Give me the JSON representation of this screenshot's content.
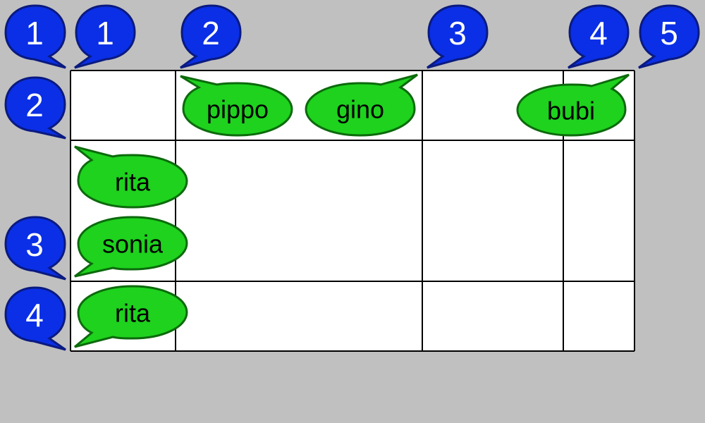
{
  "colors": {
    "background": "#c0c0c0",
    "cell_fill": "#ffffff",
    "grid_line": "#000000",
    "index_bubble_fill": "#0a2fe6",
    "index_bubble_text": "#ffffff",
    "name_bubble_fill": "#1ed21e",
    "name_bubble_text": "#000000"
  },
  "column_labels": [
    "1",
    "1",
    "2",
    "3",
    "4",
    "5"
  ],
  "row_labels": [
    "2",
    "3",
    "4"
  ],
  "name_labels": [
    "pippo",
    "gino",
    "bubi",
    "rita",
    "sonia",
    "rita"
  ]
}
